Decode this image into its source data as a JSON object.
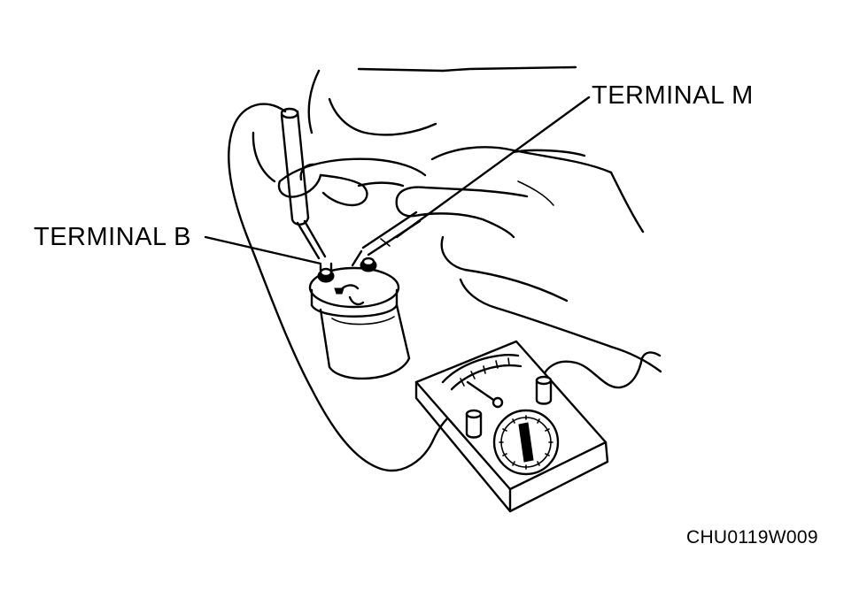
{
  "labels": {
    "terminal_m": "TERMINAL M",
    "terminal_b": "TERMINAL B",
    "figure_code": "CHU0119W009"
  },
  "colors": {
    "ink": "#000000",
    "paper": "#ffffff"
  },
  "icons": {
    "meter": "analog-multimeter",
    "coil": "solenoid-coil",
    "hand": "hand-holding-probe"
  }
}
